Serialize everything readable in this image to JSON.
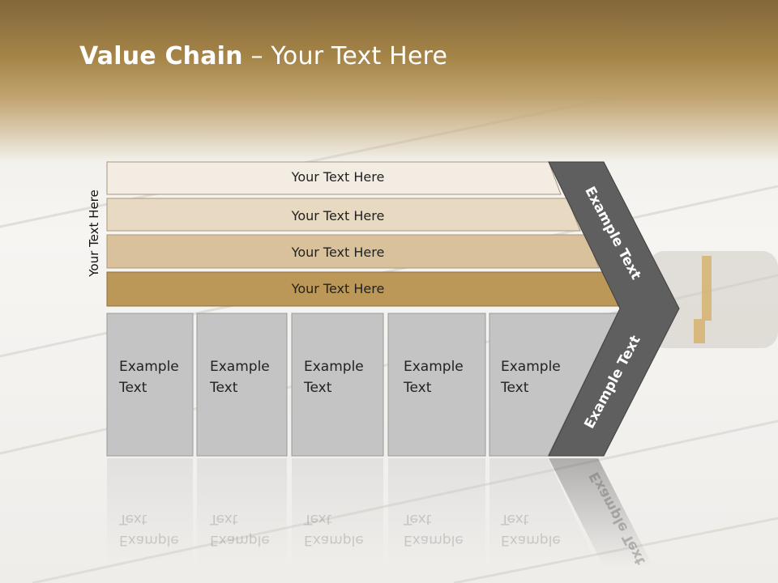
{
  "slide": {
    "title_bold": "Value Chain",
    "title_rest": " – Your Text Here",
    "side_label": "Your Text Here"
  },
  "bars": [
    {
      "label": "Your Text Here",
      "color": "#f3ece2"
    },
    {
      "label": "Your Text Here",
      "color": "#e8d9c2"
    },
    {
      "label": "Your Text Here",
      "color": "#d9c19c"
    },
    {
      "label": "Your Text Here",
      "color": "#bb9758"
    }
  ],
  "boxes": [
    {
      "line1": "Example",
      "line2": "Text"
    },
    {
      "line1": "Example",
      "line2": "Text"
    },
    {
      "line1": "Example",
      "line2": "Text"
    },
    {
      "line1": "Example",
      "line2": "Text"
    },
    {
      "line1": "Example",
      "line2": "Text"
    }
  ],
  "chevron": {
    "upper_label": "Example Text",
    "lower_label": "Example Text",
    "color": "#5f5f5f"
  },
  "colors": {
    "box_fill": "#c4c4c4",
    "header_brown": "#a58447"
  }
}
